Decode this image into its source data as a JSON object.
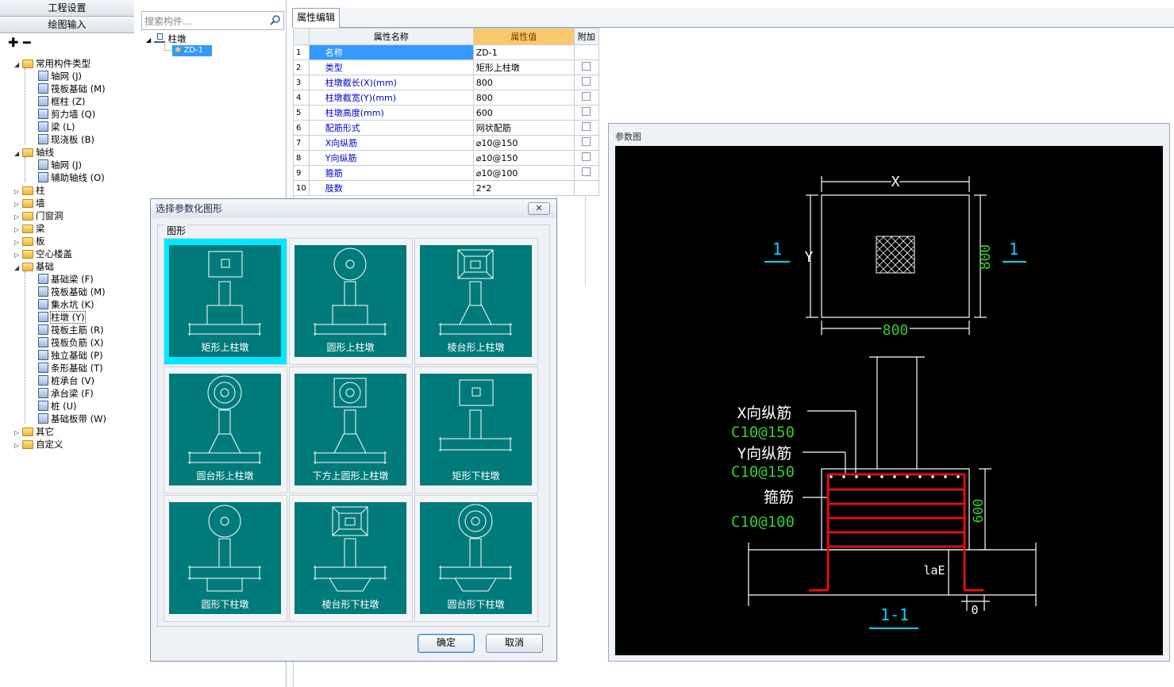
{
  "left_panel": {
    "header1": "工程设置",
    "header2": "绘图输入",
    "tools": "✚ ━",
    "tree": [
      {
        "label": "常用构件类型",
        "level": 0,
        "folder": true,
        "expanded": true
      },
      {
        "label": "轴网 (J)",
        "level": 1
      },
      {
        "label": "筏板基础 (M)",
        "level": 1
      },
      {
        "label": "框柱 (Z)",
        "level": 1
      },
      {
        "label": "剪力墙 (Q)",
        "level": 1
      },
      {
        "label": "梁 (L)",
        "level": 1
      },
      {
        "label": "现浇板 (B)",
        "level": 1
      },
      {
        "label": "轴线",
        "level": 0,
        "folder": true,
        "expanded": true
      },
      {
        "label": "轴网 (J)",
        "level": 1
      },
      {
        "label": "辅助轴线 (O)",
        "level": 1
      },
      {
        "label": "柱",
        "level": 0,
        "folder": true
      },
      {
        "label": "墙",
        "level": 0,
        "folder": true
      },
      {
        "label": "门窗洞",
        "level": 0,
        "folder": true
      },
      {
        "label": "梁",
        "level": 0,
        "folder": true
      },
      {
        "label": "板",
        "level": 0,
        "folder": true
      },
      {
        "label": "空心楼盖",
        "level": 0,
        "folder": true
      },
      {
        "label": "基础",
        "level": 0,
        "folder": true,
        "expanded": true
      },
      {
        "label": "基础梁 (F)",
        "level": 1
      },
      {
        "label": "筏板基础 (M)",
        "level": 1
      },
      {
        "label": "集水坑 (K)",
        "level": 1
      },
      {
        "label": "柱墩 (Y)",
        "level": 1,
        "selected": true
      },
      {
        "label": "筏板主筋 (R)",
        "level": 1
      },
      {
        "label": "筏板负筋 (X)",
        "level": 1
      },
      {
        "label": "独立基础 (P)",
        "level": 1
      },
      {
        "label": "条形基础 (T)",
        "level": 1
      },
      {
        "label": "桩承台 (V)",
        "level": 1
      },
      {
        "label": "承台梁 (F)",
        "level": 1
      },
      {
        "label": "桩 (U)",
        "level": 1
      },
      {
        "label": "基础板带 (W)",
        "level": 1
      },
      {
        "label": "其它",
        "level": 0,
        "folder": true
      },
      {
        "label": "自定义",
        "level": 0,
        "folder": true
      }
    ]
  },
  "mid_panel": {
    "search_placeholder": "搜索构件...",
    "root": "柱墩",
    "child": "ZD-1"
  },
  "properties": {
    "tab": "属性编辑",
    "col_name": "属性名称",
    "col_value": "属性值",
    "col_extra": "附加",
    "rows": [
      {
        "n": "1",
        "name": "名称",
        "value": "ZD-1",
        "cb": false
      },
      {
        "n": "2",
        "name": "类型",
        "value": "矩形上柱墩",
        "cb": true
      },
      {
        "n": "3",
        "name": "柱墩截长(X)(mm)",
        "value": "800",
        "cb": true
      },
      {
        "n": "4",
        "name": "柱墩截宽(Y)(mm)",
        "value": "800",
        "cb": true
      },
      {
        "n": "5",
        "name": "柱墩高度(mm)",
        "value": "600",
        "cb": true
      },
      {
        "n": "6",
        "name": "配筋形式",
        "value": "网状配筋",
        "cb": true
      },
      {
        "n": "7",
        "name": "X向纵筋",
        "value": "⌀10@150",
        "cb": true
      },
      {
        "n": "8",
        "name": "Y向纵筋",
        "value": "⌀10@150",
        "cb": true
      },
      {
        "n": "9",
        "name": "箍筋",
        "value": "⌀10@100",
        "cb": true
      },
      {
        "n": "10",
        "name": "肢数",
        "value": "2*2",
        "cb": false
      }
    ]
  },
  "dialog": {
    "title": "选择参数化图形",
    "close": "✕",
    "group": "图形",
    "shapes": [
      {
        "label": "矩形上柱墩",
        "type": "rect-up",
        "selected": true
      },
      {
        "label": "圆形上柱墩",
        "type": "circle-up"
      },
      {
        "label": "棱台形上柱墩",
        "type": "frustum-up"
      },
      {
        "label": "圆台形上柱墩",
        "type": "cone-up"
      },
      {
        "label": "下方上圆形上柱墩",
        "type": "sqcircle-up"
      },
      {
        "label": "矩形下柱墩",
        "type": "rect-down"
      },
      {
        "label": "圆形下柱墩",
        "type": "circle-down"
      },
      {
        "label": "棱台形下柱墩",
        "type": "frustum-down"
      },
      {
        "label": "圆台形下柱墩",
        "type": "cone-down"
      }
    ],
    "ok": "确定",
    "cancel": "取消"
  },
  "param": {
    "title": "参数图",
    "x": "X",
    "y": "Y",
    "dim_x": "800",
    "dim_y": "800",
    "section_mark": "1",
    "label_xbar": "X向纵筋",
    "val_xbar": "C10@150",
    "label_ybar": "Y向纵筋",
    "val_ybar": "C10@150",
    "label_stir": "箍筋",
    "val_stir": "C10@100",
    "dim_h": "600",
    "lae": "laE",
    "zero": "0",
    "section": "1-1"
  },
  "colors": {
    "teal": "#007a7a",
    "cyan": "#00e8ff",
    "green": "#33cc33",
    "red": "#e01010"
  }
}
